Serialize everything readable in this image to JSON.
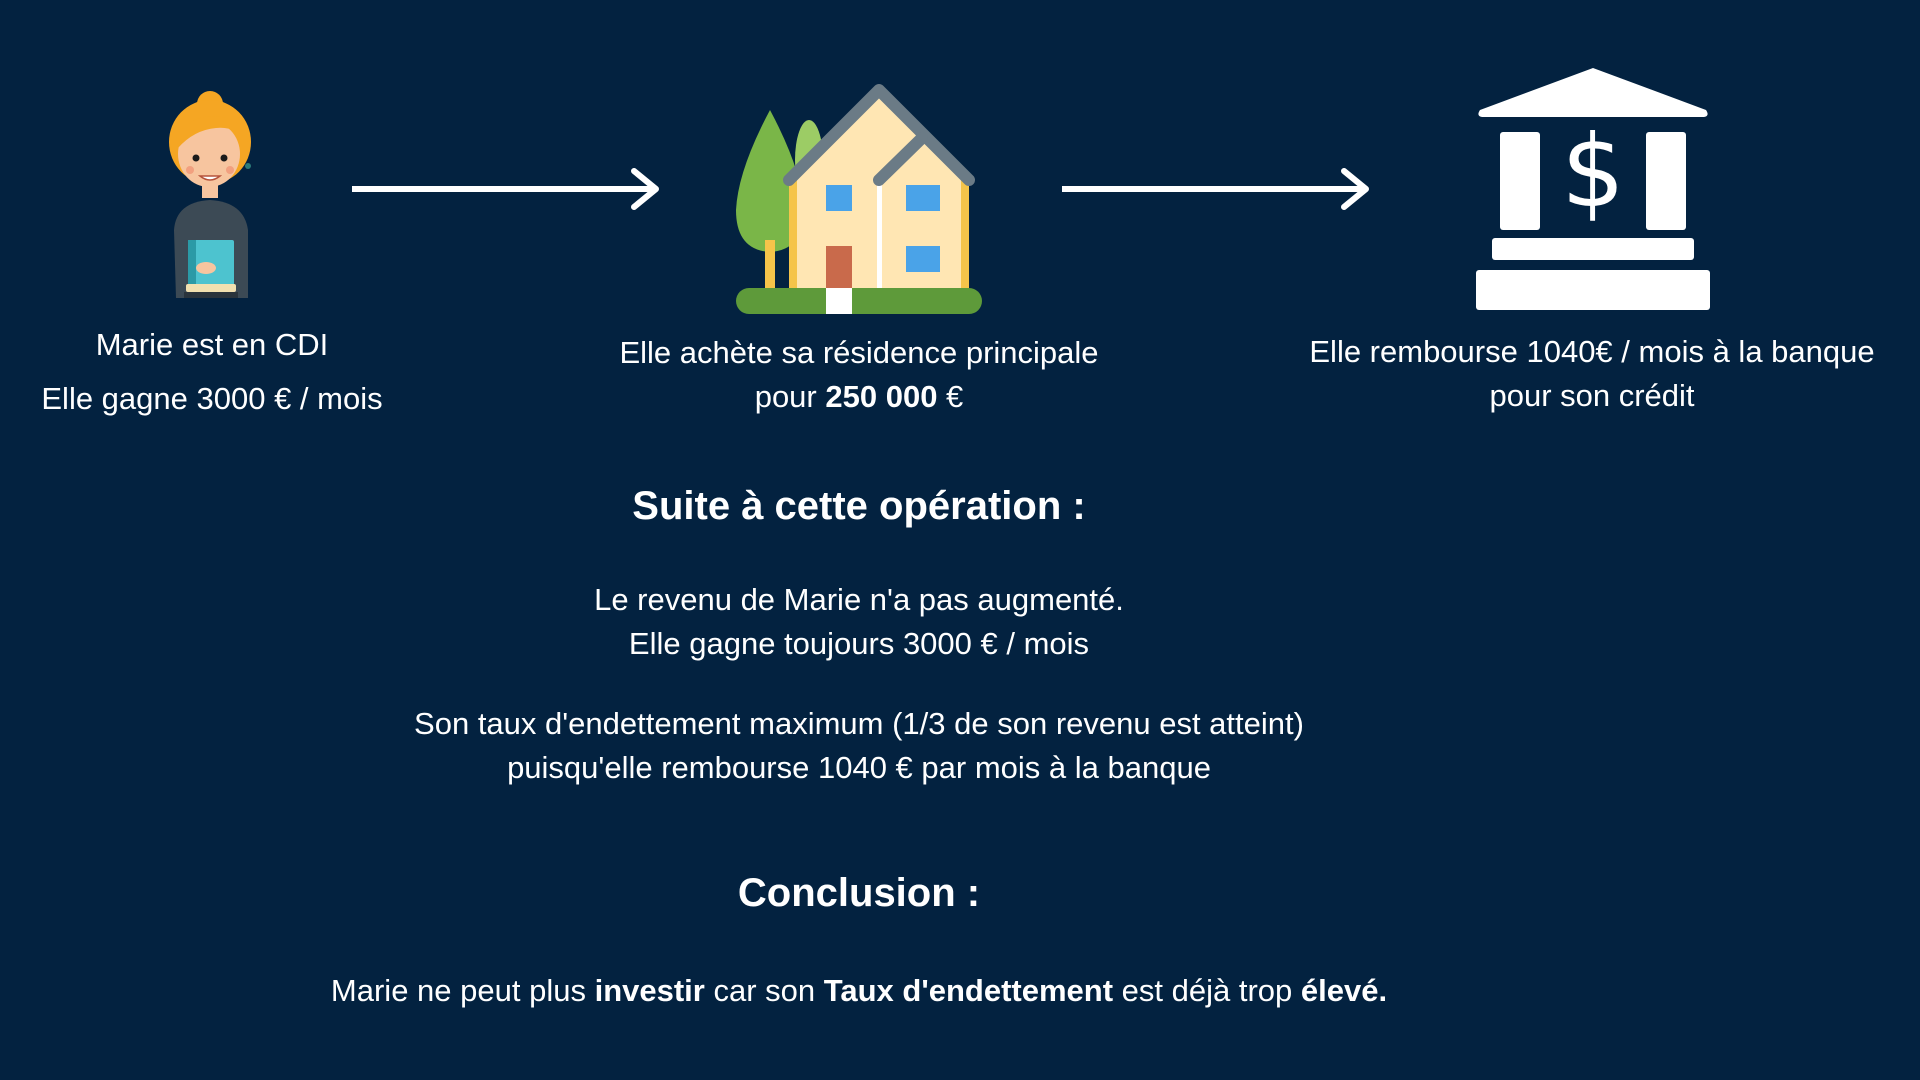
{
  "colors": {
    "background": "#032240",
    "text": "#ffffff",
    "hair": "#f5a623",
    "skin": "#f7c59f",
    "house_wall": "#ffe6b3",
    "house_roof": "#6b7b86",
    "window": "#4aa3e8",
    "door": "#c96a4b",
    "tree": "#7ab648",
    "grass": "#5e9a3a"
  },
  "icons": {
    "person": "woman-holding-book-icon",
    "house": "house-with-tree-icon",
    "bank": "bank-dollar-icon",
    "arrow": "arrow-right-icon"
  },
  "steps": [
    {
      "line1": "Marie est en CDI",
      "line2": "Elle gagne 3000 € / mois"
    },
    {
      "line1": "Elle achète sa résidence principale",
      "line2_prefix": "pour ",
      "line2_bold": "250 000",
      "line2_suffix": " €"
    },
    {
      "line1": "Elle rembourse 1040€ / mois à la banque",
      "line2": "pour son crédit"
    }
  ],
  "suite": {
    "title": "Suite à cette opération :",
    "p1_line1": "Le revenu de Marie n'a pas augmenté.",
    "p1_line2": "Elle gagne toujours 3000 € / mois",
    "p2_line1": "Son taux d'endettement maximum (1/3 de son revenu est atteint)",
    "p2_line2": "puisqu'elle rembourse 1040 € par mois à la banque"
  },
  "conclusion": {
    "title": "Conclusion :",
    "t1": "Marie ne peut plus ",
    "b1": "investir",
    "t2": " car son ",
    "b2": "Taux d'endettement",
    "t3": " est déjà trop ",
    "b3": "élevé."
  }
}
